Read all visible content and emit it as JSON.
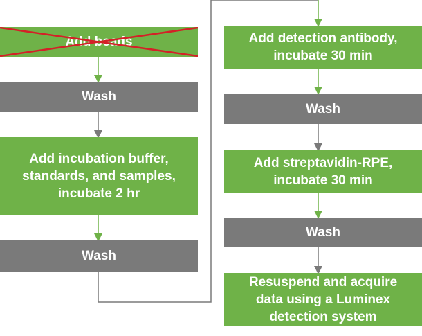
{
  "colors": {
    "step_green": "#6fb248",
    "step_gray": "#7a7a7a",
    "arrow_green": "#6fb248",
    "arrow_gray": "#7a7a7a",
    "connector": "#7a7a7a",
    "cross_red": "#d42027"
  },
  "left_column": {
    "step1": "Add beads",
    "step2": "Wash",
    "step3_line1": "Add incubation buffer,",
    "step3_line2": "standards, and samples,",
    "step3_line3": "incubate 2 hr",
    "step4": "Wash"
  },
  "right_column": {
    "step5_line1": "Add detection antibody,",
    "step5_line2": "incubate 30 min",
    "step6": "Wash",
    "step7_line1": "Add streptavidin-RPE,",
    "step7_line2": "incubate 30 min",
    "step8": "Wash",
    "step9_line1": "Resuspend and acquire",
    "step9_line2": "data using a Luminex",
    "step9_line3": "detection system"
  }
}
